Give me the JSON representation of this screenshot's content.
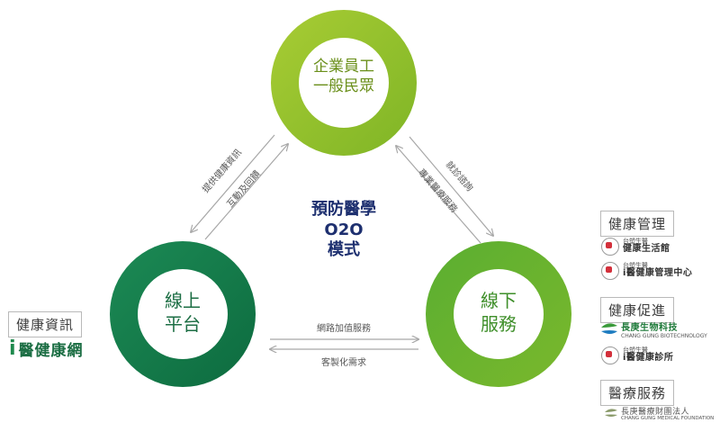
{
  "diagram": {
    "top_node": {
      "line1": "企業員工",
      "line2": "一般民眾"
    },
    "left_node": {
      "line1": "線上",
      "line2": "平台"
    },
    "right_node": {
      "line1": "線下",
      "line2": "服務"
    },
    "center": {
      "line1": "預防醫學",
      "line2": "O2O",
      "line3": "模式"
    },
    "arrow_labels": {
      "left_upper": "提供健康資訊",
      "left_lower": "互動及回饋",
      "right_upper": "就診諮詢",
      "right_lower": "專業醫療服務",
      "bottom_upper": "網路加值服務",
      "bottom_lower": "客製化需求"
    }
  },
  "left_panel": {
    "box_label": "健康資訊",
    "logo_i": "i",
    "logo_text": "醫健康網"
  },
  "right_panel": {
    "health_mgmt": {
      "label": "健康管理",
      "logo1_small": "台塑生醫",
      "logo1_main": "健康生活館",
      "logo2_small": "台塑生醫",
      "logo2_main": "i醫健康管理中心"
    },
    "health_promo": {
      "label": "健康促進",
      "logo1_main": "長庚生物科技",
      "logo1_small": "CHANG GUNG BIOTECHNOLOGY",
      "logo2_small": "台塑生醫",
      "logo2_main": "i醫健康診所"
    },
    "medical": {
      "label": "醫療服務",
      "logo_main": "長庚醫療財團法人",
      "logo_small": "CHANG GUNG MEDICAL FOUNDATION"
    }
  },
  "colors": {
    "top_ring": "#8cbe2a",
    "left_ring": "#157a4a",
    "right_ring": "#59ad32",
    "top_text": "#6a8f1a",
    "left_text": "#1c6e44",
    "right_text": "#3f8f2a",
    "center_text": "#1d2f6f",
    "arrow": "#a7a7a7"
  },
  "icons": [
    "arrow-icon",
    "logo-badge-icon",
    "leaf-logo-icon"
  ]
}
